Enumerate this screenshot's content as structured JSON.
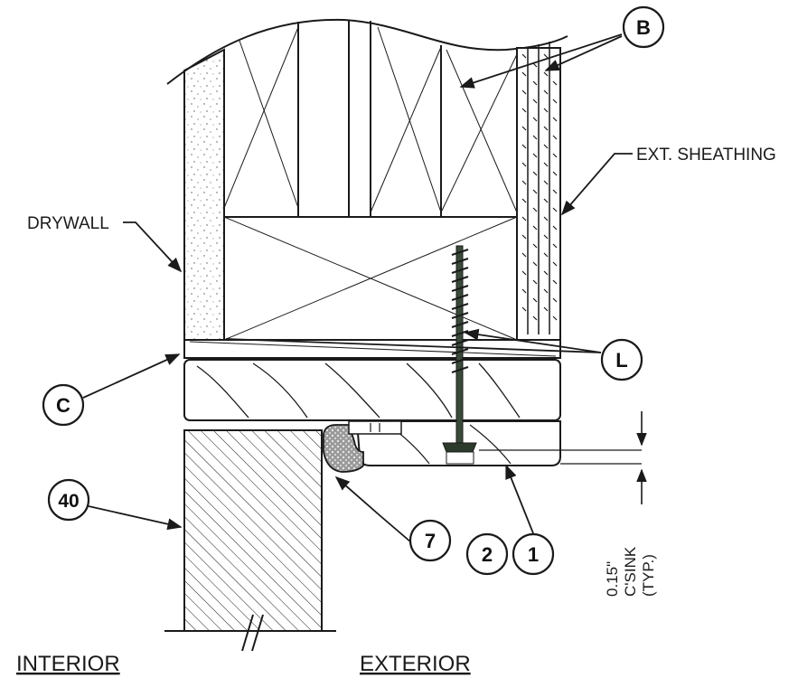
{
  "labels": {
    "drywall": "DRYWALL",
    "ext_sheathing": "EXT. SHEATHING",
    "interior": "INTERIOR",
    "exterior": "EXTERIOR",
    "csink_value": "0.15\"",
    "csink_text": "C'SINK",
    "csink_typ": "(TYP.)"
  },
  "callouts": {
    "b": "B",
    "l": "L",
    "c": "C",
    "forty": "40",
    "seven": "7",
    "two": "2",
    "one": "1"
  }
}
